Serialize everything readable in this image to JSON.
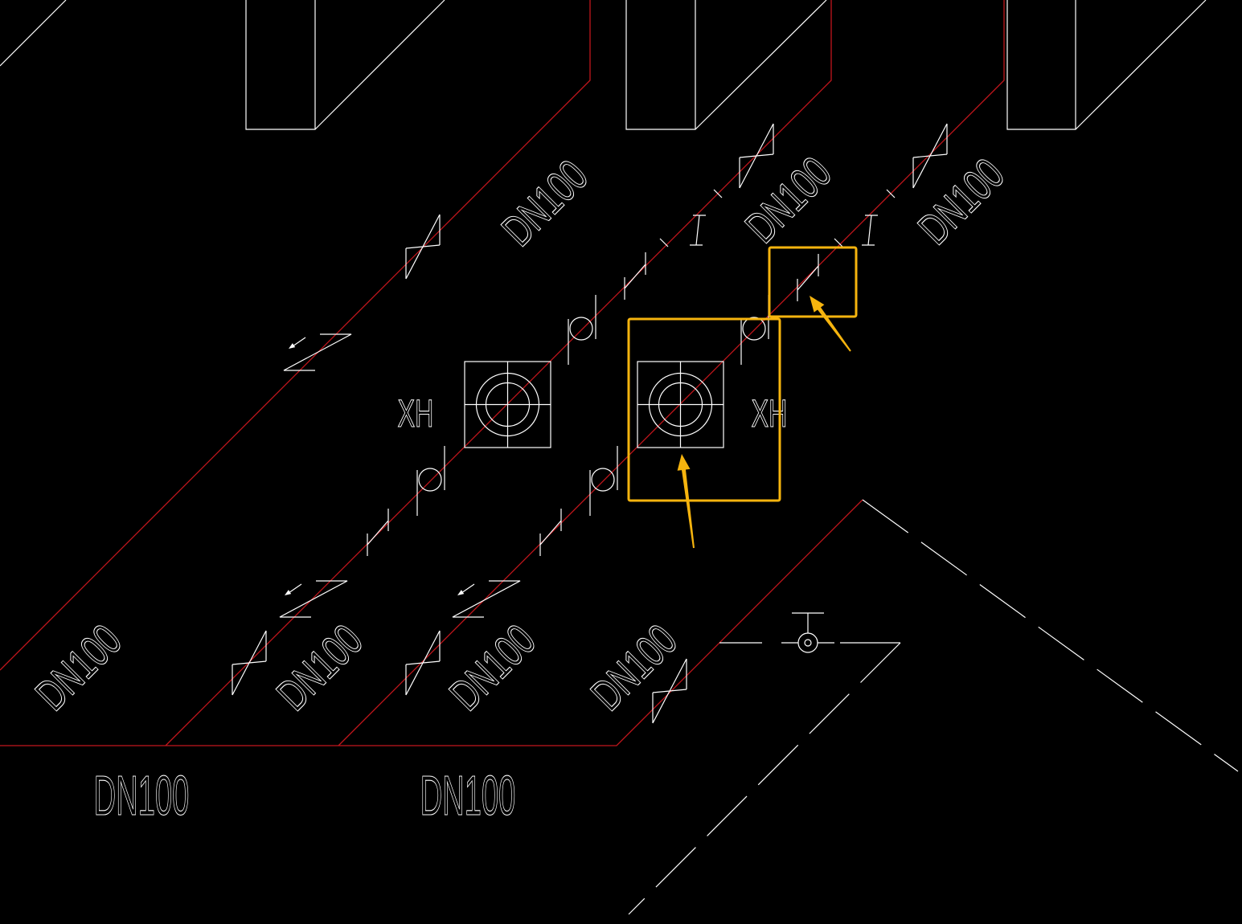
{
  "drawing": {
    "diagonal_pipe_labels": [
      "DN100",
      "DN100",
      "DN100",
      "DN100",
      "DN100",
      "DN100",
      "DN100"
    ],
    "horizontal_pipe_labels": [
      "DN100",
      "DN100"
    ],
    "hydrant_labels": [
      "XH",
      "XH"
    ]
  },
  "colors": {
    "background": "#000000",
    "linework": "#FFFFFF",
    "pipe": "#C3161C",
    "highlight": "#F6B40E"
  },
  "symbols": {
    "hydrant": "fire-hydrant-icon",
    "gate_valve": "gate-valve-icon",
    "check_valve": "check-valve-icon",
    "flange": "flange-icon",
    "pressure_gauge": "pressure-gauge-icon",
    "fitting": "fitting-icon",
    "tick": "tick-mark-icon",
    "highlight_arrow": "arrow-icon"
  }
}
